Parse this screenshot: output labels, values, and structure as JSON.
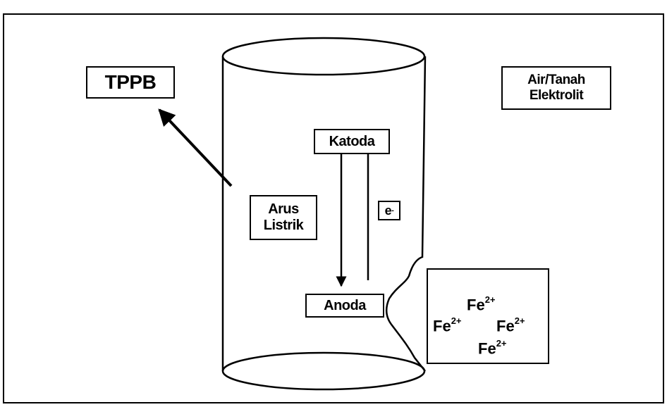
{
  "labels": {
    "tppb": "TPPB",
    "environment_line1": "Air/Tanah",
    "environment_line2": "Elektrolit",
    "cathode": "Katoda",
    "current_line1": "Arus",
    "current_line2": "Listrik",
    "electron_base": "e",
    "electron_superscript": "-",
    "anode": "Anoda"
  },
  "ions": {
    "symbol": "Fe",
    "charge": "2+",
    "count": 4
  }
}
